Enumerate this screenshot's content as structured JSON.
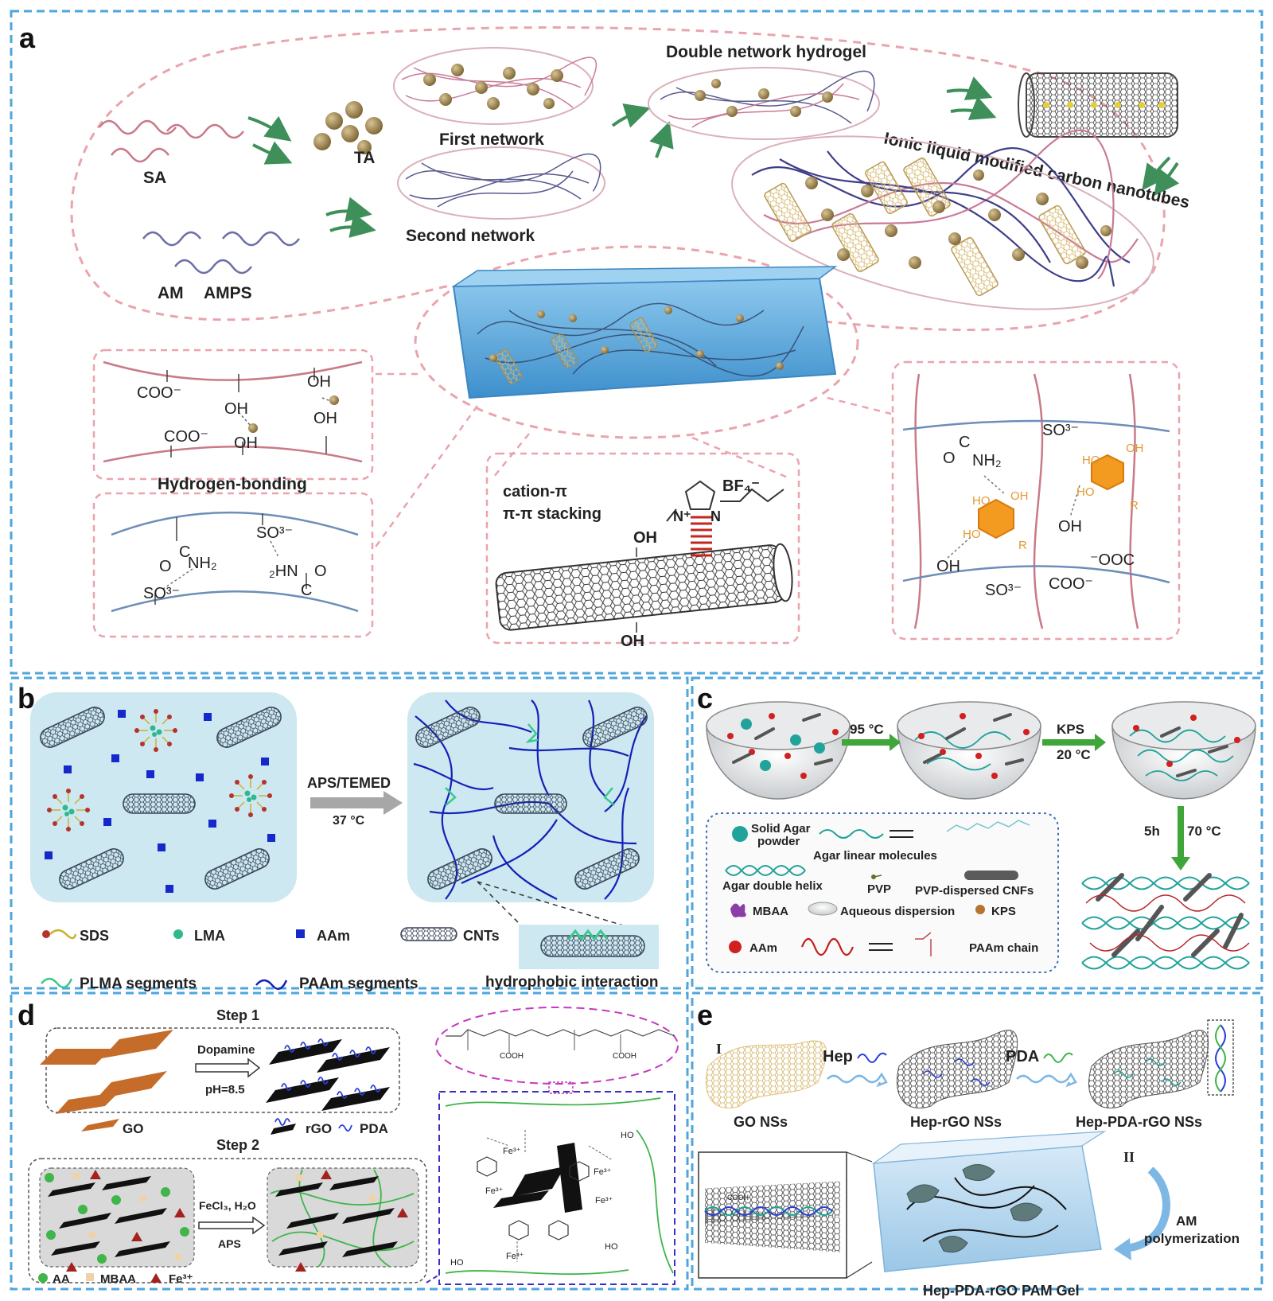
{
  "panels": {
    "a": {
      "letter": "a",
      "labels": {
        "sa": "SA",
        "ta": "TA",
        "am": "AM",
        "amps": "AMPS",
        "first_network": "First network",
        "second_network": "Second network",
        "double_network": "Double network hydrogel",
        "ionic_liquid": "Ionic liquid modified carbon nanotubes",
        "hydrogen_bonding": "Hydrogen-bonding",
        "cation_pi": "cation-π",
        "pi_pi": "π-π stacking",
        "bf4": "BF₄⁻",
        "n_plus": "N⁺",
        "n": "N",
        "coo1": "COO⁻",
        "coo2": "COO⁻",
        "oh1": "OH",
        "oh2": "OH",
        "oh3": "OH",
        "oh4": "OH",
        "so3_1": "SO³⁻",
        "so3_2": "SO³⁻",
        "nh2": "NH₂",
        "hn2": "₂HN",
        "c1": "C",
        "c2": "C",
        "o1": "O",
        "o2": "O",
        "cnt_oh_top": "OH",
        "cnt_oh_bot": "OH",
        "r_c": "C",
        "r_o": "O",
        "r_nh2": "NH₂",
        "r_so3_top": "SO³⁻",
        "r_ho1": "HO",
        "r_oh1": "OH",
        "r_oh2": "OH",
        "r_ho2": "HO",
        "r_ho3": "HO",
        "r_ho4": "HO",
        "r_r1": "R",
        "r_r2": "R",
        "r_oh3": "OH",
        "r_ooc": "⁻OOC",
        "r_oh4": "OH",
        "r_so3_bot": "SO³⁻",
        "r_coo": "COO⁻"
      }
    },
    "b": {
      "letter": "b",
      "arrow_top": "APS/TEMED",
      "arrow_bot": "37 °C",
      "legend": {
        "sds": "SDS",
        "lma": "LMA",
        "aam": "AAm",
        "cnts": "CNTs",
        "plma": "PLMA segments",
        "paam": "PAAm segments",
        "hydrophobic": "hydrophobic interaction"
      }
    },
    "c": {
      "letter": "c",
      "arrow1": "95 °C",
      "arrow2_top": "KPS",
      "arrow2_bot": "20 °C",
      "arrow3_left": "5h",
      "arrow3_right": "70 °C",
      "legend": {
        "solid_agar": "Solid Agar",
        "powder": "powder",
        "agar_linear": "Agar linear molecules",
        "agar_helix": "Agar double helix",
        "pvp": "PVP",
        "pvp_cnfs": "PVP-dispersed CNFs",
        "mbaa": "MBAA",
        "aqueous": "Aqueous dispersion",
        "kps": "KPS",
        "aam": "AAm",
        "paam_chain": "PAAm chain"
      }
    },
    "d": {
      "letter": "d",
      "step1": "Step 1",
      "step2": "Step 2",
      "dopamine": "Dopamine",
      "ph": "pH=8.5",
      "go": "GO",
      "rgo": "rGO",
      "pda": "PDA",
      "fecl3": "FeCl₃, H₂O",
      "aps": "APS",
      "legend": {
        "aa": "AA",
        "mbaa": "MBAA",
        "fe": "Fe³⁺"
      },
      "chem": {
        "fe1": "Fe³⁺",
        "fe2": "Fe³⁺",
        "fe3": "Fe³⁺",
        "fe4": "Fe³⁺",
        "fe5": "Fe³⁺",
        "ho1": "HO",
        "ho2": "HO",
        "ho3": "HO",
        "cooh1": "COOH",
        "cooh2": "COOH"
      }
    },
    "e": {
      "letter": "e",
      "roman1": "I",
      "roman2": "II",
      "hep": "Hep",
      "pda": "PDA",
      "go_ns": "GO NSs",
      "hep_rgo": "Hep-rGO NSs",
      "hep_pda_rgo": "Hep-PDA-rGO NSs",
      "am_line1": "AM",
      "am_line2": "polymerization",
      "gel": "Hep-PDA-rGO PAM Gel",
      "cooh": "COOH"
    }
  },
  "colors": {
    "panel_border": "#4ea6dc",
    "pink_dash": "#e9a4ad",
    "green_arrow": "#3f8f5a",
    "gel_blue": "#5aa8d8",
    "cnt_gray": "#555555",
    "bead": "#a48a55",
    "sds_head": "#b5322e",
    "lma": "#2fb88c",
    "aam_blue": "#1528c9",
    "plma_green": "#39c98c",
    "paam_navy": "#1420b8",
    "agar_teal": "#21a39b",
    "aam_red": "#d21f1f",
    "go_orange": "#c66c2a",
    "pda_blue": "#2a3fd6",
    "aa_green": "#3fb54a",
    "mbaa_tan": "#f0d2a8",
    "fe_red": "#a3221f",
    "purple_dash": "#c33bbd",
    "indigo_dash": "#3b2fc9",
    "orange_ring": "#f39a21"
  }
}
